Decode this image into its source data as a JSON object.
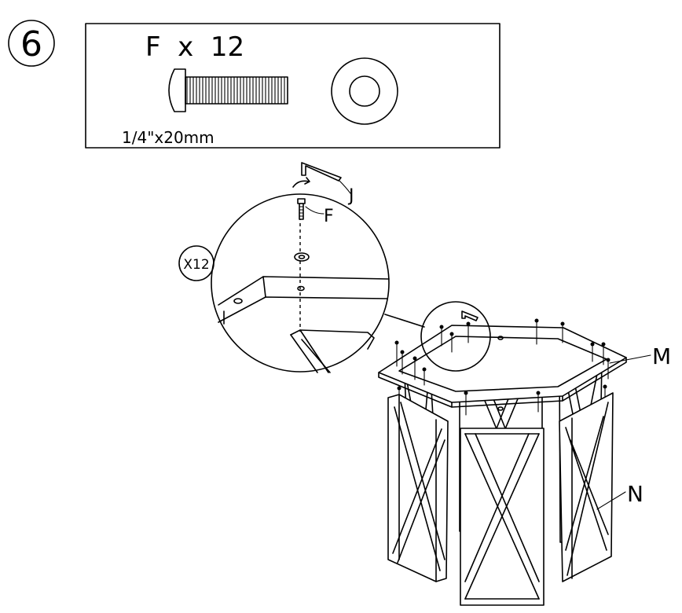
{
  "step": {
    "number": "6"
  },
  "parts_box": {
    "quantity_label": "F  x  12",
    "bolt_size": "1/4\"x20mm"
  },
  "detail": {
    "multiplier": "X12"
  },
  "callouts": {
    "hex_key": "J",
    "bolt": "F",
    "top_frame": "M",
    "leg_frame": "N"
  }
}
